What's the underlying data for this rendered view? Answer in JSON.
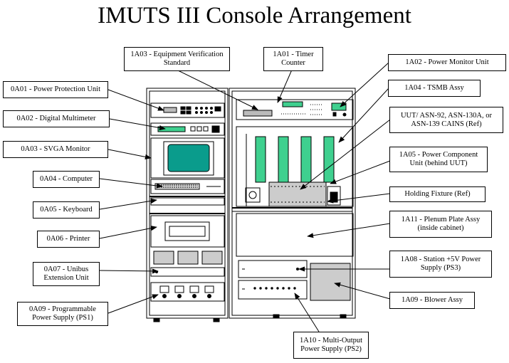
{
  "title": "IMUTS III Console Arrangement",
  "labels": {
    "a1a03": "1A03 - Equipment Verification Standard",
    "a1a01": "1A01 - Timer Counter",
    "a1a02": "1A02 - Power Monitor Unit",
    "a1a04": "1A04 - TSMB Assy",
    "uut": "UUT/ ASN-92, ASN-130A, or ASN-139 CAINS (Ref)",
    "a1a05": "1A05 - Power Component Unit (behind UUT)",
    "holding": "Holding Fixture (Ref)",
    "a1a11": "1A11 - Plenum Plate Assy (inside cabinet)",
    "a1a08": "1A08 - Station +5V Power Supply (PS3)",
    "a1a09": "1A09 - Blower Assy",
    "a1a10": "1A10 - Multi-Output Power Supply (PS2)",
    "a0a01": "0A01 - Power Protection Unit",
    "a0a02": "0A02 - Digital Multimeter",
    "a0a03": "0A03 - SVGA Monitor",
    "a0a04": "0A04 - Computer",
    "a0a05": "0A05 - Keyboard",
    "a0a06": "0A06 - Printer",
    "a0a07": "0A07 - Unibus Extension Unit",
    "a0a09": "0A09 - Programmable Power Supply (PS1)"
  }
}
